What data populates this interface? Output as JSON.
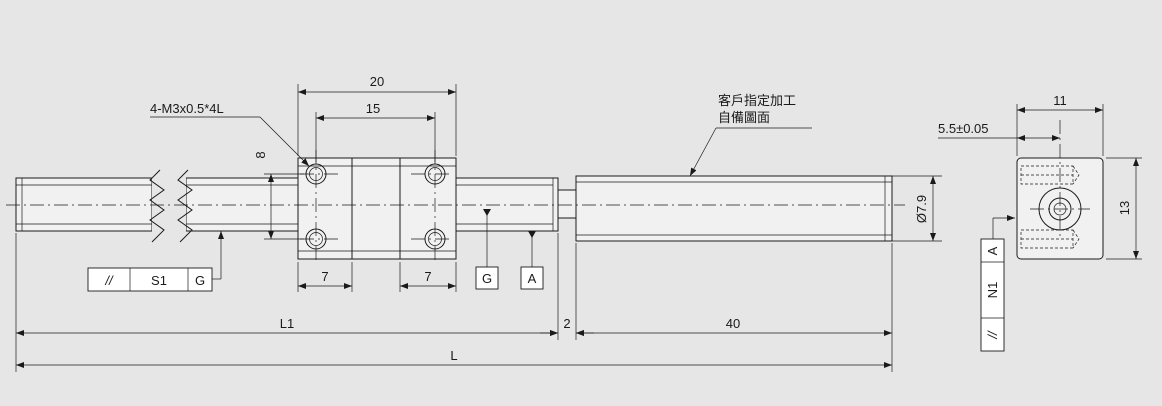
{
  "dimensions": {
    "block_width": "20",
    "hole_pitch": "15",
    "hole_vertical": "8",
    "edge_left": "7",
    "edge_right": "7",
    "shaft_diameter": "Ø7.9",
    "gap": "2",
    "end_length": "40",
    "l1": "L1",
    "l_total": "L",
    "side_width": "11",
    "side_offset": "5.5±0.05",
    "side_height": "13"
  },
  "callouts": {
    "screw": "4-M3x0.5*4L",
    "note_line1": "客戶指定加工",
    "note_line2": "自備圖面"
  },
  "datums": {
    "g": "G",
    "a": "A"
  },
  "tolerance_frames": {
    "bottom": {
      "symbol": "//",
      "value": "S1",
      "datum": "G"
    },
    "side": {
      "symbol": "//",
      "value": "N1",
      "datum": "A"
    }
  }
}
